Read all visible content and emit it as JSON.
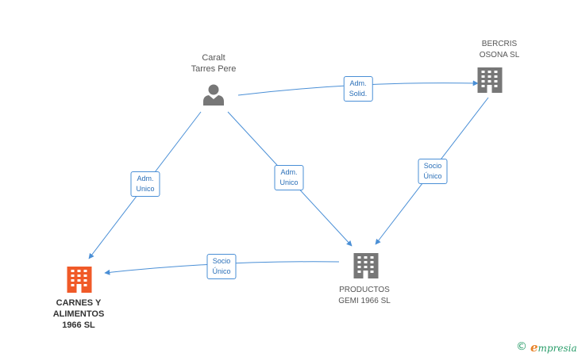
{
  "nodes": {
    "caralt": {
      "label": [
        "Caralt",
        "Tarres Pere"
      ],
      "type": "person",
      "icon": "person-icon"
    },
    "bercris": {
      "label": [
        "BERCRIS",
        "OSONA SL"
      ],
      "type": "company",
      "icon": "building-icon"
    },
    "productos": {
      "label": [
        "PRODUCTOS",
        "GEMI 1966 SL"
      ],
      "type": "company",
      "icon": "building-icon"
    },
    "carnes": {
      "label": [
        "CARNES Y",
        "ALIMENTOS",
        "1966 SL"
      ],
      "type": "company",
      "icon": "building-icon",
      "highlight": true
    }
  },
  "edges": [
    {
      "from": "caralt",
      "to": "bercris",
      "label": [
        "Adm.",
        "Solid."
      ]
    },
    {
      "from": "caralt",
      "to": "carnes",
      "label": [
        "Adm.",
        "Unico"
      ]
    },
    {
      "from": "caralt",
      "to": "productos",
      "label": [
        "Adm.",
        "Unico"
      ]
    },
    {
      "from": "bercris",
      "to": "productos",
      "label": [
        "Socio",
        "Único"
      ]
    },
    {
      "from": "productos",
      "to": "carnes",
      "label": [
        "Socio",
        "Único"
      ]
    }
  ],
  "colors": {
    "edge": "#4a8fd6",
    "node_icon": "#777777",
    "highlight_icon": "#f05a28",
    "label_text": "#2a6fb8"
  },
  "footer": {
    "copyright": "©",
    "brand_initial": "e",
    "brand_rest": "mpresia"
  }
}
